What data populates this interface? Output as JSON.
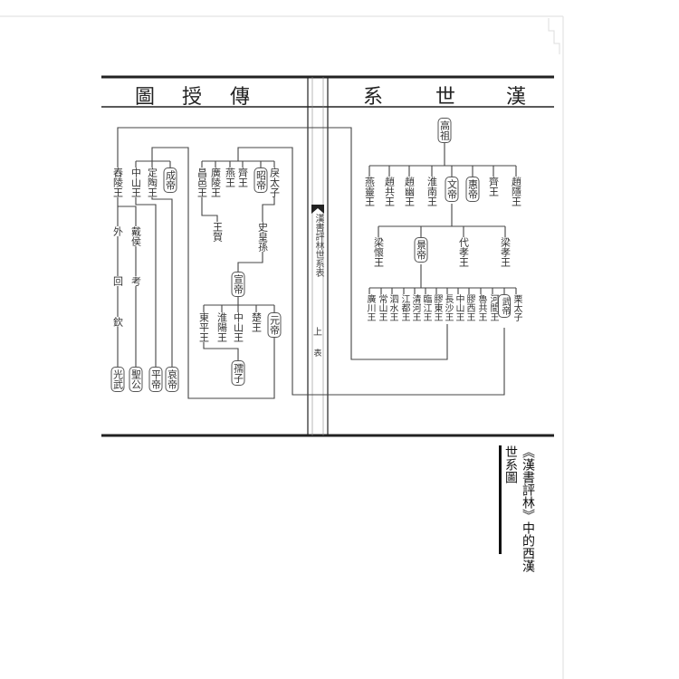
{
  "header": {
    "title_right": [
      "漢",
      "世",
      "系"
    ],
    "title_left": [
      "傳",
      "授",
      "圖"
    ]
  },
  "spine": {
    "text": "漢書評林世系表",
    "volume": "上",
    "mark": "表"
  },
  "tree": {
    "nodes": [
      {
        "label": "高祖",
        "emperor": true
      },
      {
        "label": "燕靈王"
      },
      {
        "label": "趙共王"
      },
      {
        "label": "趙幽王"
      },
      {
        "label": "淮南王"
      },
      {
        "label": "文帝",
        "emperor": true
      },
      {
        "label": "惠帝",
        "emperor": true
      },
      {
        "label": "齊王"
      },
      {
        "label": "趙隱王"
      },
      {
        "label": "梁懷王"
      },
      {
        "label": "景帝",
        "emperor": true
      },
      {
        "label": "代孝王"
      },
      {
        "label": "梁孝王"
      },
      {
        "label": "廣川王"
      },
      {
        "label": "常山王"
      },
      {
        "label": "泗水王"
      },
      {
        "label": "江都王"
      },
      {
        "label": "清河王"
      },
      {
        "label": "臨江王"
      },
      {
        "label": "膠東王"
      },
      {
        "label": "長沙王"
      },
      {
        "label": "中山王"
      },
      {
        "label": "膠西王"
      },
      {
        "label": "魯共王"
      },
      {
        "label": "河間王"
      },
      {
        "label": "武帝",
        "emperor": true
      },
      {
        "label": "栗太子"
      },
      {
        "label": "昌邑王"
      },
      {
        "label": "廣陵王"
      },
      {
        "label": "燕王"
      },
      {
        "label": "齊王"
      },
      {
        "label": "昭帝",
        "emperor": true
      },
      {
        "label": "戾太子"
      },
      {
        "label": "王賀"
      },
      {
        "label": "史皇孫"
      },
      {
        "label": "宣帝",
        "emperor": true
      },
      {
        "label": "東平王"
      },
      {
        "label": "淮陽王"
      },
      {
        "label": "中山王"
      },
      {
        "label": "楚王"
      },
      {
        "label": "元帝",
        "emperor": true
      },
      {
        "label": "孺子",
        "emperor": true
      },
      {
        "label": "舂陵王"
      },
      {
        "label": "中山王"
      },
      {
        "label": "定陶王"
      },
      {
        "label": "成帝",
        "emperor": true
      },
      {
        "label": "外"
      },
      {
        "label": "回"
      },
      {
        "label": "欽"
      },
      {
        "label": "戴侯"
      },
      {
        "label": "考"
      },
      {
        "label": "光武",
        "emperor": true
      },
      {
        "label": "聖公",
        "emperor": true
      },
      {
        "label": "平帝",
        "emperor": true
      },
      {
        "label": "哀帝",
        "emperor": true
      }
    ]
  },
  "caption": {
    "line1": "《漢書評林》中的西漢",
    "line2": "世系圖"
  }
}
